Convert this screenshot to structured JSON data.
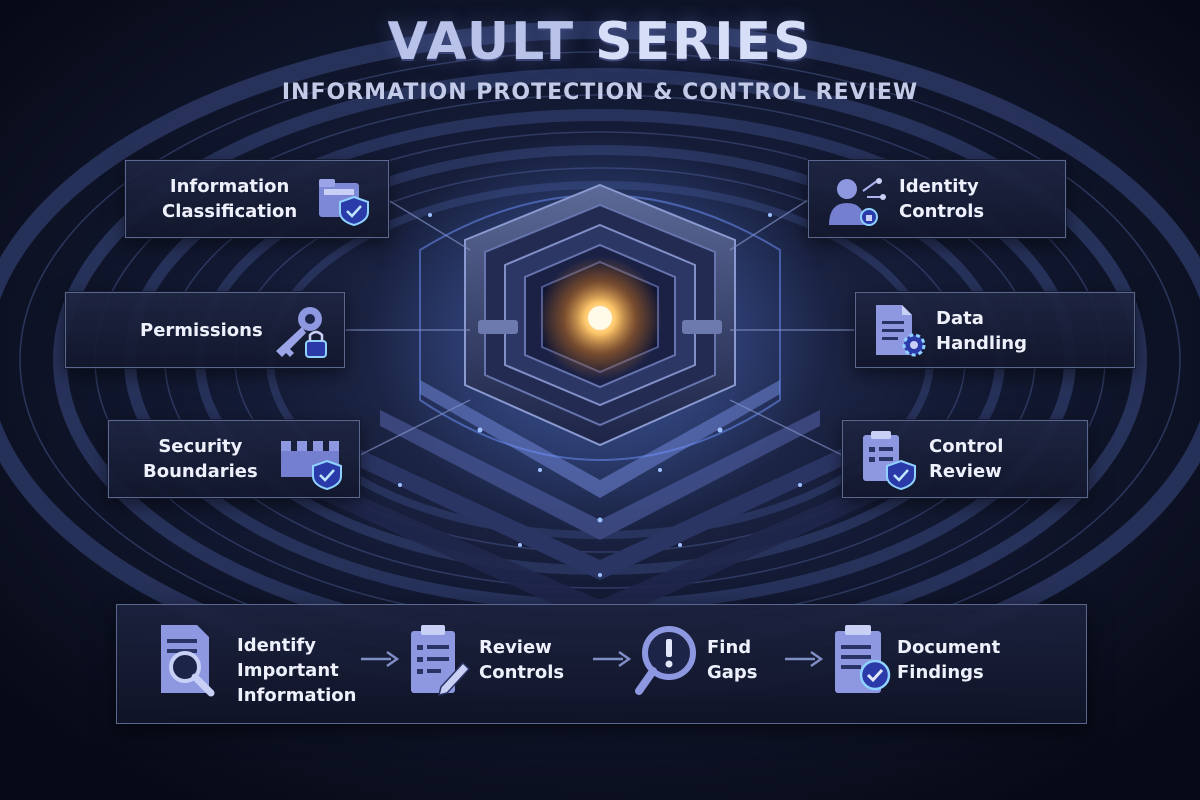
{
  "header": {
    "title_part1": "VAULT",
    "title_part2": " SERIES",
    "subtitle": "INFORMATION PROTECTION & CONTROL REVIEW"
  },
  "cards": {
    "info_classification": {
      "line1": "Information",
      "line2": "Classification",
      "icon": "folder-shield-icon"
    },
    "identity_controls": {
      "line1": "Identity",
      "line2": "Controls",
      "icon": "user-network-icon"
    },
    "permissions": {
      "line1": "Permissions",
      "icon": "key-lock-icon"
    },
    "data_handling": {
      "line1": "Data",
      "line2": "Handling",
      "icon": "document-gear-icon"
    },
    "security_boundaries": {
      "line1": "Security",
      "line2": "Boundaries",
      "icon": "castle-shield-icon"
    },
    "control_review": {
      "line1": "Control",
      "line2": "Review",
      "icon": "checklist-shield-icon"
    }
  },
  "flow": {
    "steps": [
      {
        "line1": "Identify",
        "line2": "Important",
        "line3": "Information",
        "icon": "document-search-icon"
      },
      {
        "line1": "Review",
        "line2": "Controls",
        "icon": "clipboard-pen-icon"
      },
      {
        "line1": "Find",
        "line2": "Gaps",
        "icon": "magnifier-alert-icon"
      },
      {
        "line1": "Document",
        "line2": "Findings",
        "icon": "clipboard-check-icon"
      }
    ]
  },
  "colors": {
    "background": "#0b1020",
    "accent": "#8e98e0",
    "glow": "#ffd27a",
    "card_border": "#5a678f"
  }
}
